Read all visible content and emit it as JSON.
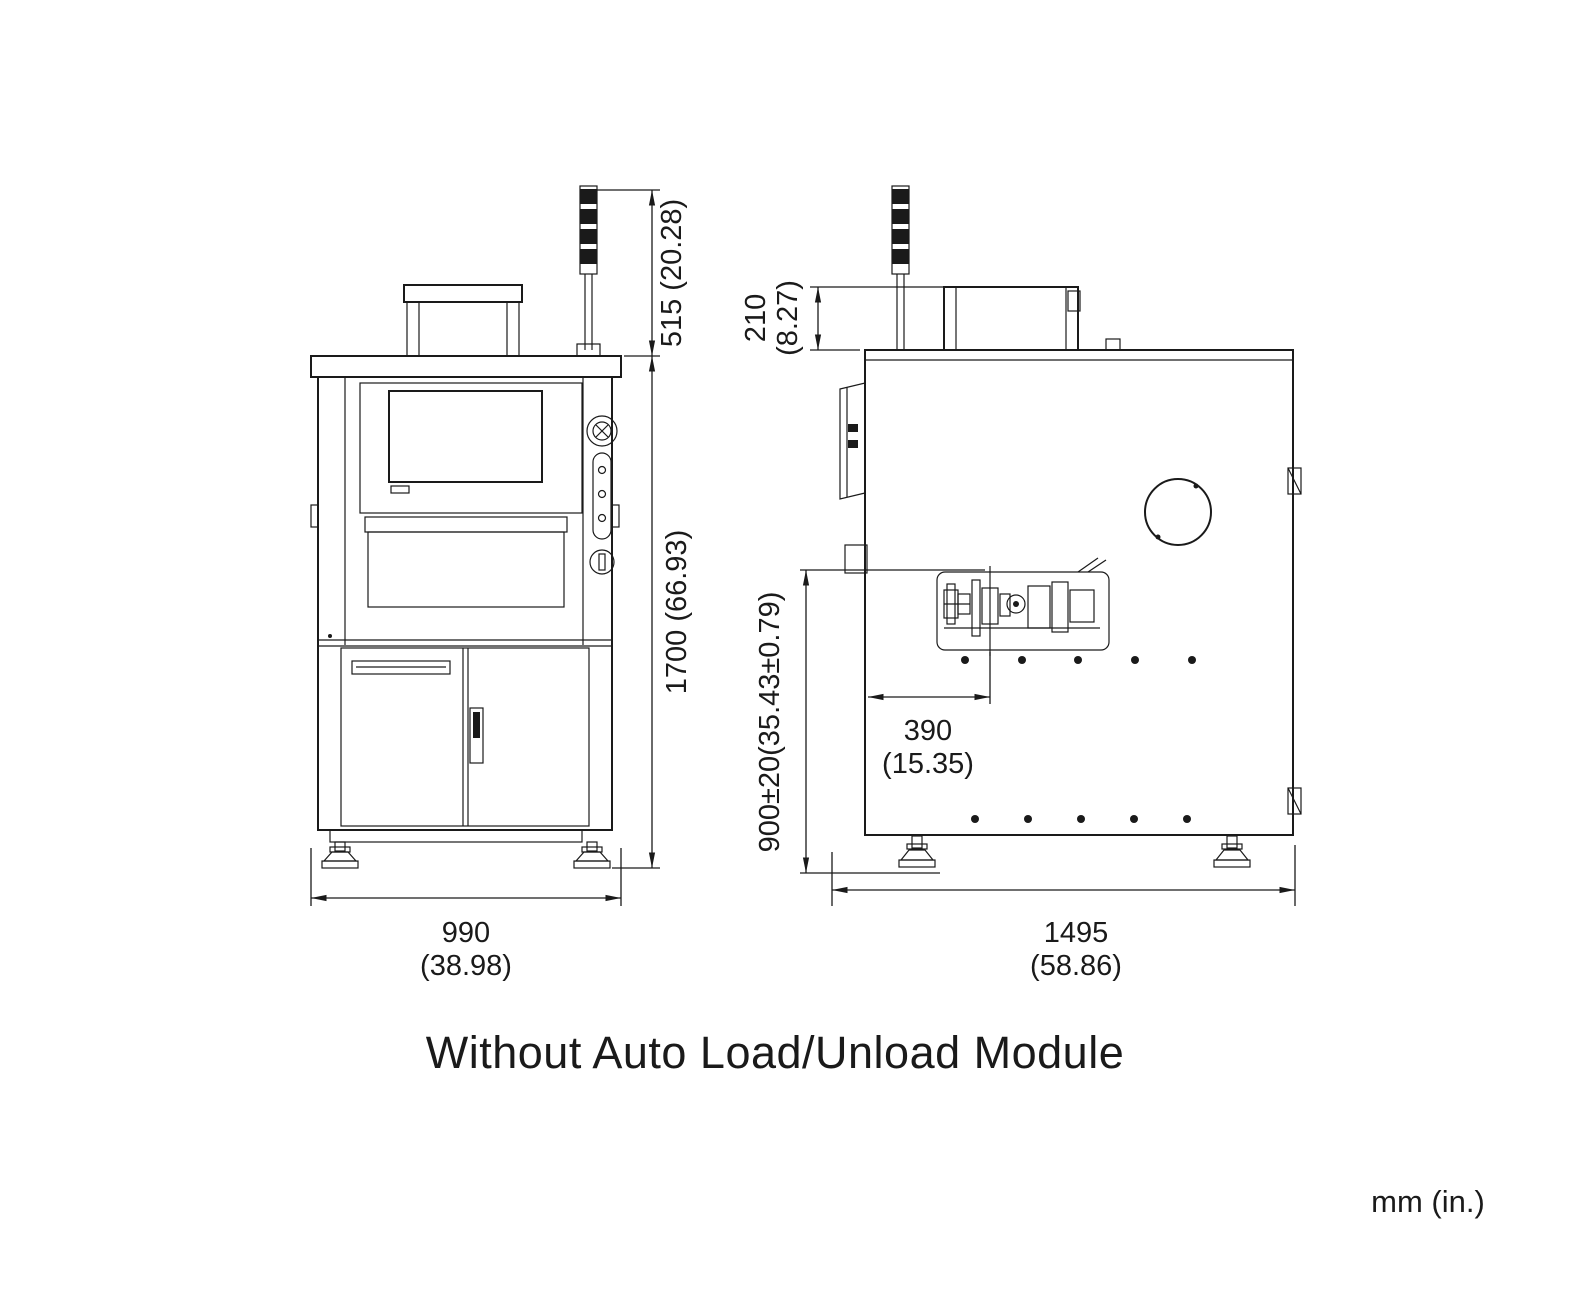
{
  "caption": "Without Auto Load/Unload Module",
  "units_note": "mm (in.)",
  "front_view": {
    "dim_tower_height": "515 (20.28)",
    "dim_total_height": "1700 (66.93)",
    "dim_width_mm": "990",
    "dim_width_in": "(38.98)"
  },
  "side_view": {
    "dim_top_mm": "210",
    "dim_top_in": "(8.27)",
    "dim_work_height": "900±20(35.43±0.79)",
    "dim_offset_mm": "390",
    "dim_offset_in": "(15.35)",
    "dim_depth_mm": "1495",
    "dim_depth_in": "(58.86)"
  }
}
